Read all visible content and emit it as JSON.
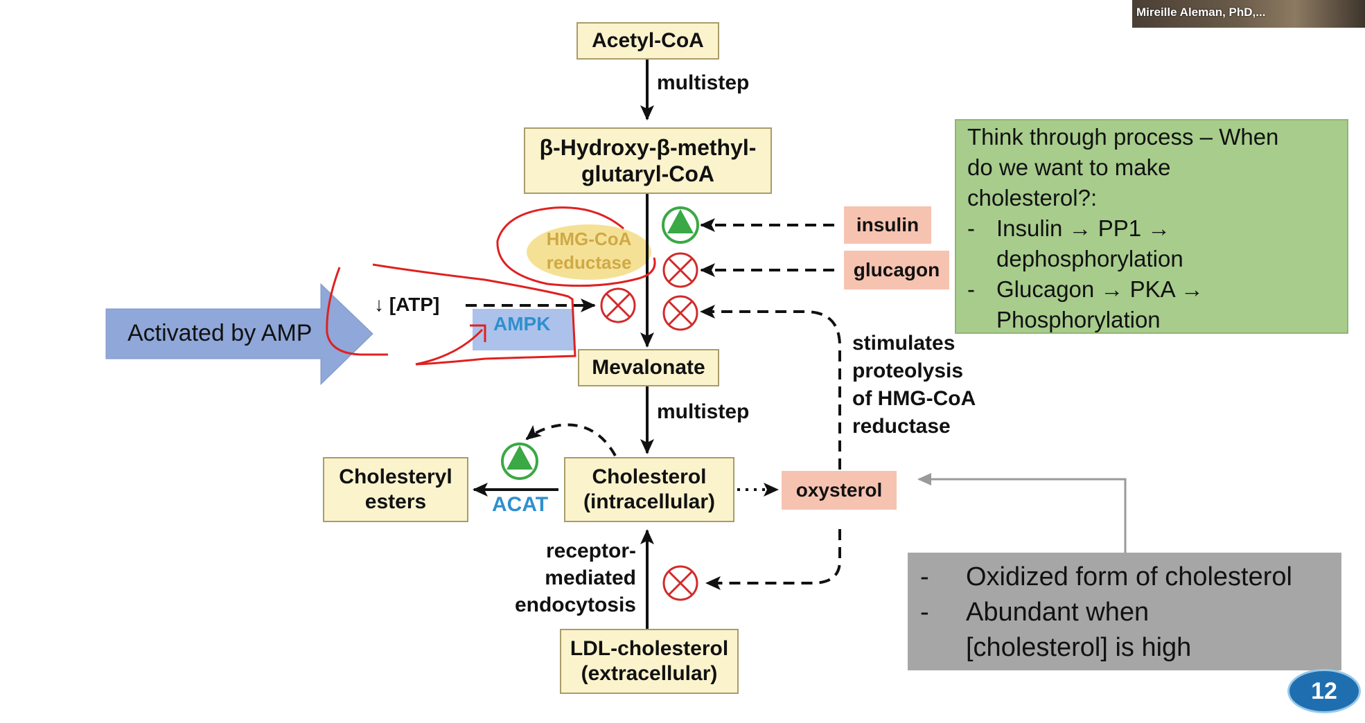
{
  "pathway": {
    "acetyl_coa": "Acetyl-CoA",
    "multistep_1": "multistep",
    "hmg_coa_line1": "β-Hydroxy-β-methyl-",
    "hmg_coa_line2": "glutaryl-CoA",
    "hmg_coa_reductase_line1": "HMG-CoA",
    "hmg_coa_reductase_line2": "reductase",
    "mevalonate": "Mevalonate",
    "multistep_2": "multistep",
    "cholesterol_line1": "Cholesterol",
    "cholesterol_line2": "(intracellular)",
    "cholesteryl_line1": "Cholesteryl",
    "cholesteryl_line2": "esters",
    "acat": "ACAT",
    "ldl_line1": "LDL-cholesterol",
    "ldl_line2": "(extracellular)",
    "receptor_line1": "receptor-",
    "receptor_line2": "mediated",
    "receptor_line3": "endocytosis"
  },
  "regulators": {
    "insulin": "insulin",
    "glucagon": "glucagon",
    "oxysterol": "oxysterol",
    "atp": "↓ [ATP]",
    "ampk": "AMPK",
    "stimulates_line1": "stimulates",
    "stimulates_line2": "proteolysis",
    "stimulates_line3": "of HMG-CoA",
    "stimulates_line4": "reductase"
  },
  "annotations": {
    "activated_by_amp": "Activated by AMP",
    "think_box": {
      "line1": "Think through process – When",
      "line2": "do we want to make",
      "line3": "cholesterol?:",
      "bullet1_dash": "-",
      "bullet1_line1": "Insulin → PP1 →",
      "bullet1_line2": "dephosphorylation",
      "bullet2_dash": "-",
      "bullet2_line1": "Glucagon → PKA →",
      "bullet2_line2": "Phosphorylation"
    },
    "oxysterol_box": {
      "bullet1_dash": "-",
      "bullet1": "Oxidized form of cholesterol",
      "bullet2_dash": "-",
      "bullet2_line1": "Abundant when",
      "bullet2_line2": "[cholesterol] is high"
    }
  },
  "overlay": {
    "participant_name": "Mireille Aleman, PhD,...",
    "slide_number": "12"
  },
  "colors": {
    "box_fill": "#fbf3cc",
    "regulator_fill": "#f6c3b0",
    "enzyme_text": "#2f8fcf",
    "stimulate_green": "#3aa845",
    "inhibit_red": "#d22a2a",
    "annotation_red": "#e02020",
    "note_green": "#a7cc8c",
    "note_gray": "#a6a6a6",
    "amp_arrow": "#8fa7d9"
  }
}
